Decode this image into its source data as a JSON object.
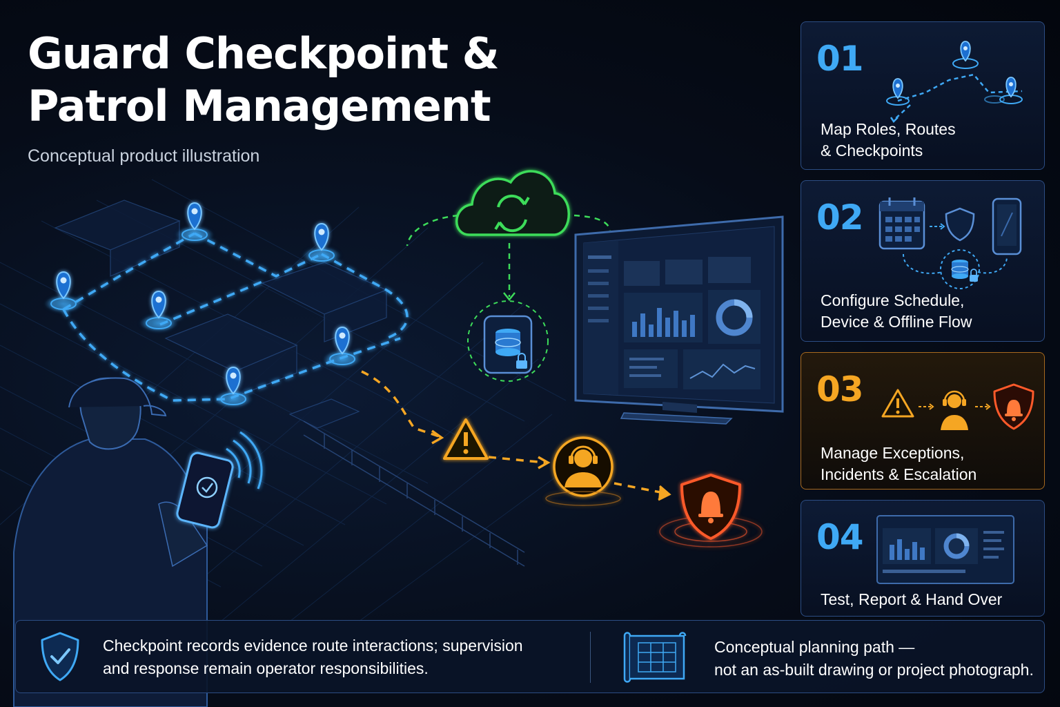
{
  "header": {
    "title_line1": "Guard Checkpoint &",
    "title_line2": "Patrol Management",
    "subtitle": "Conceptual product illustration"
  },
  "colors": {
    "route_blue": "#3fa9f5",
    "cloud_green": "#3ddc5a",
    "alert_orange": "#f5a623",
    "alarm_red": "#ff5a2a",
    "card_border": "#2c4d84"
  },
  "steps": [
    {
      "number": "01",
      "label_line1": "Map Roles, Routes",
      "label_line2": "& Checkpoints",
      "icon": "route-map-icon"
    },
    {
      "number": "02",
      "label_line1": "Configure Schedule,",
      "label_line2": "Device & Offline Flow",
      "icon": "calendar-shield-phone-icon"
    },
    {
      "number": "03",
      "label_line1": "Manage Exceptions,",
      "label_line2": "Incidents & Escalation",
      "icon": "warning-operator-alarm-icon"
    },
    {
      "number": "04",
      "label_line1": "Test, Report & Hand Over",
      "label_line2": "",
      "icon": "dashboard-report-icon"
    }
  ],
  "footer": {
    "left_line1": "Checkpoint records evidence route interactions; supervision",
    "left_line2": "and response remain operator responsibilities.",
    "right_line1": "Conceptual planning path —",
    "right_line2": "not an as-built drawing or project photograph.",
    "left_icon": "shield-check-icon",
    "right_icon": "blueprint-icon"
  }
}
